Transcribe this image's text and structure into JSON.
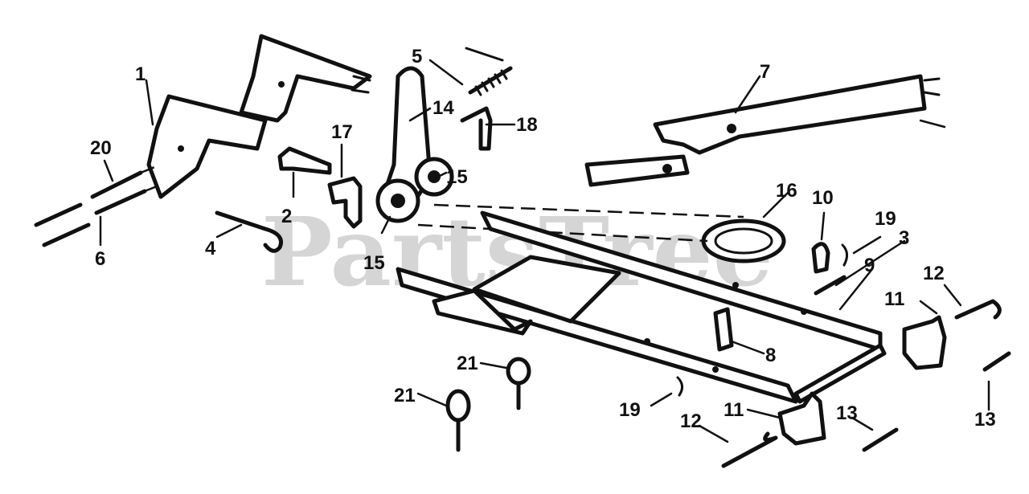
{
  "watermark": "PartsTree",
  "callouts": [
    {
      "id": "c1",
      "text": "1"
    },
    {
      "id": "c2",
      "text": "2"
    },
    {
      "id": "c3",
      "text": "3"
    },
    {
      "id": "c4",
      "text": "4"
    },
    {
      "id": "c5",
      "text": "5"
    },
    {
      "id": "c6",
      "text": "6"
    },
    {
      "id": "c7",
      "text": "7"
    },
    {
      "id": "c8",
      "text": "8"
    },
    {
      "id": "c9",
      "text": "9"
    },
    {
      "id": "c10",
      "text": "10"
    },
    {
      "id": "c11a",
      "text": "11"
    },
    {
      "id": "c11b",
      "text": "11"
    },
    {
      "id": "c12a",
      "text": "12"
    },
    {
      "id": "c12b",
      "text": "12"
    },
    {
      "id": "c13a",
      "text": "13"
    },
    {
      "id": "c13b",
      "text": "13"
    },
    {
      "id": "c14",
      "text": "14"
    },
    {
      "id": "c15a",
      "text": "15"
    },
    {
      "id": "c15b",
      "text": "15"
    },
    {
      "id": "c16",
      "text": "16"
    },
    {
      "id": "c17",
      "text": "17"
    },
    {
      "id": "c18",
      "text": "18"
    },
    {
      "id": "c19a",
      "text": "19"
    },
    {
      "id": "c19b",
      "text": "19"
    },
    {
      "id": "c20",
      "text": "20"
    },
    {
      "id": "c21a",
      "text": "21"
    },
    {
      "id": "c21b",
      "text": "21"
    }
  ]
}
